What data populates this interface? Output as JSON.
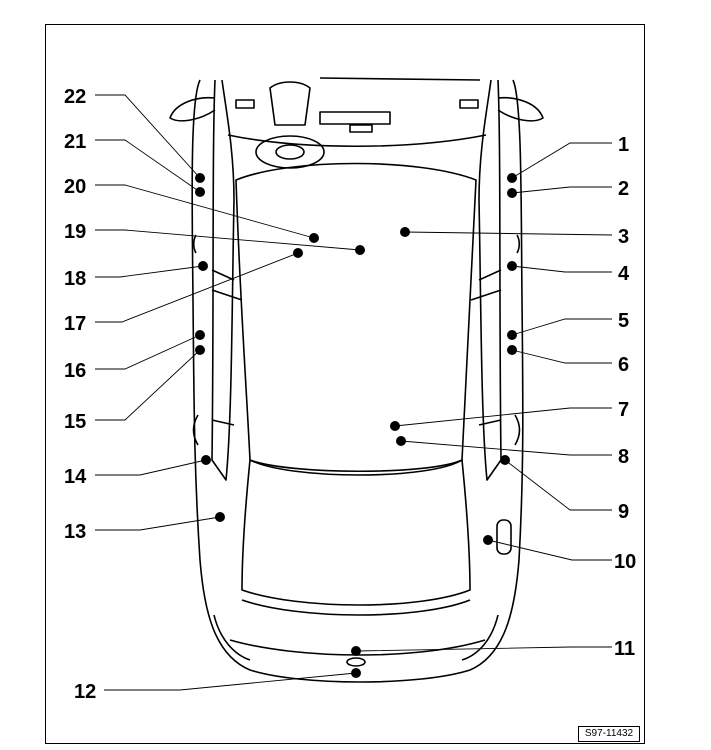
{
  "figure": {
    "reference_code": "S97-11432",
    "callouts": [
      "1",
      "2",
      "3",
      "4",
      "5",
      "6",
      "7",
      "8",
      "9",
      "10",
      "11",
      "12",
      "13",
      "14",
      "15",
      "16",
      "17",
      "18",
      "19",
      "20",
      "21",
      "22"
    ]
  }
}
